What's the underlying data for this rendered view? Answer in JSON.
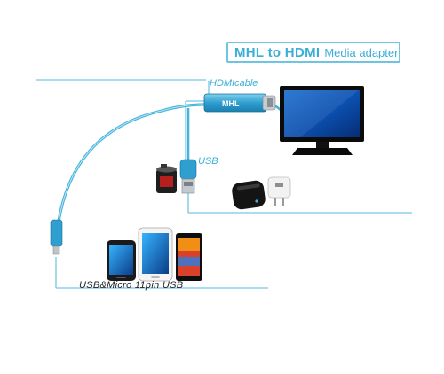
{
  "title": {
    "bold": "MHL to HDMI",
    "rest": "Media adapter"
  },
  "labels": {
    "hdmi_cable": "HDMIcable",
    "usb": "USB",
    "usb_micro": "USB&Micro 11pin USB"
  },
  "adapter_text": "MHL",
  "colors": {
    "accent": "#3aaed6",
    "cable": "#46b3dc",
    "line": "#74c6e4"
  },
  "devices": [
    "tv-icon",
    "battery-icon",
    "usb-plug-icon",
    "power-bank-icon",
    "wall-charger-icon",
    "smartphone-icon",
    "tablet-icon"
  ]
}
